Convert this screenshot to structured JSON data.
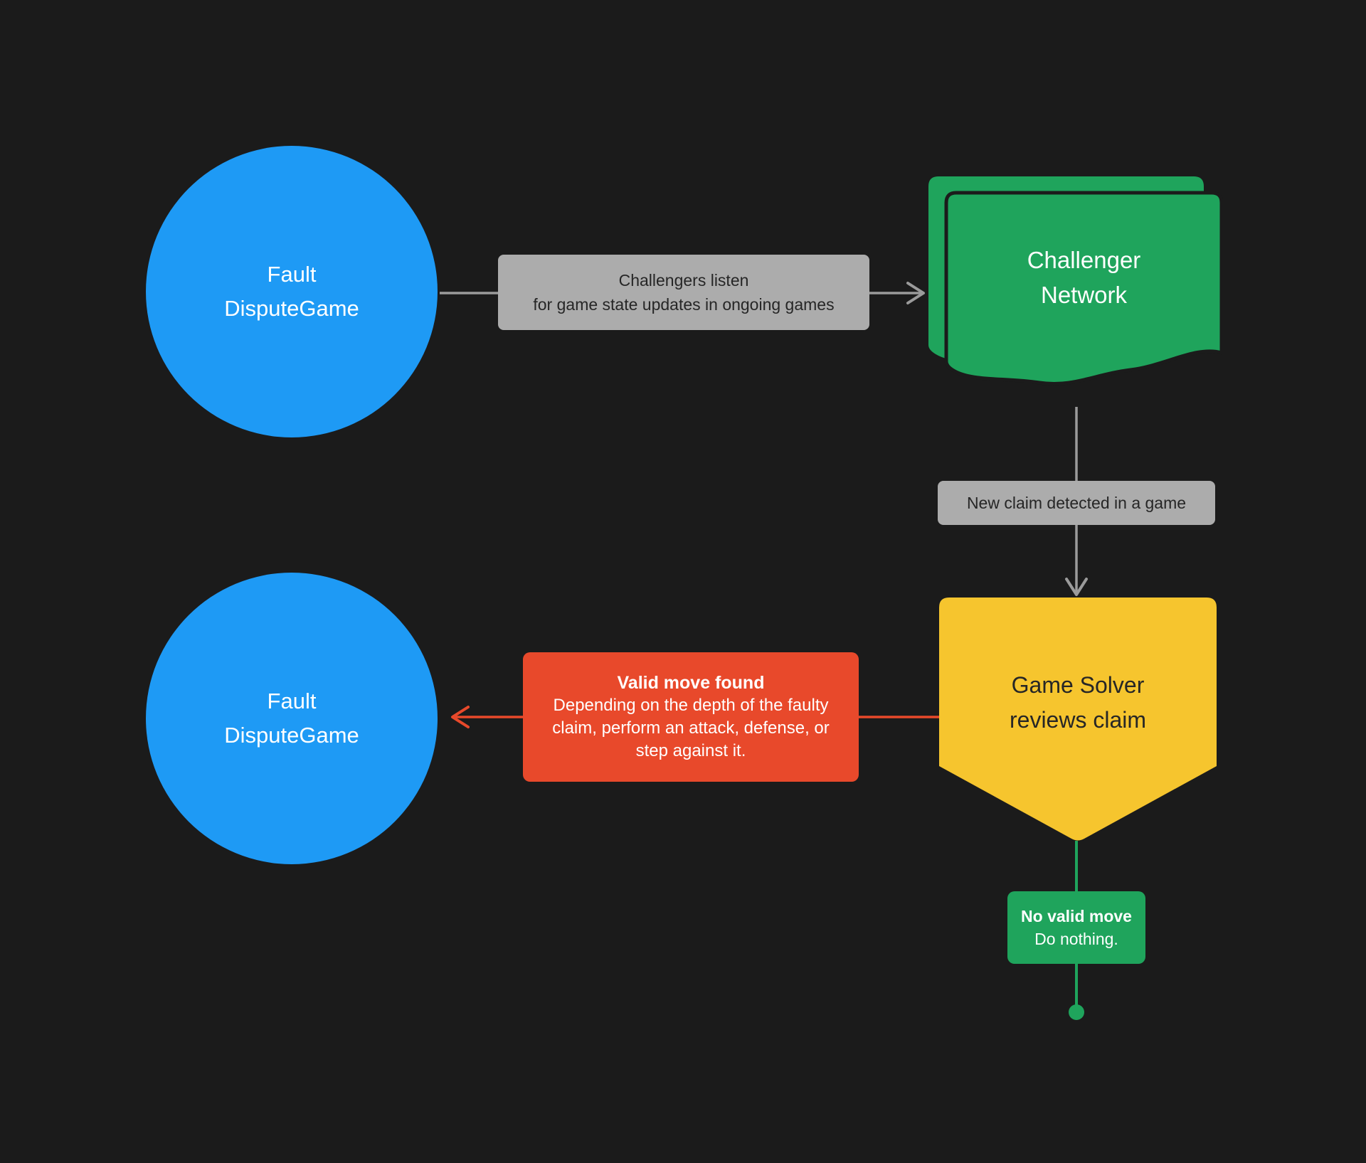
{
  "diagram": {
    "background": "#1b1b1b",
    "colors": {
      "blue": "#1E9AF5",
      "green": "#1FA45C",
      "yellow": "#F6C52E",
      "red": "#E8492B",
      "gray_label_bg": "#ACACAC",
      "arrow_gray": "#9B9B9B",
      "dark_text": "#262626",
      "white_text": "#FFFFFF"
    },
    "nodes": {
      "fault_top": {
        "line1": "Fault",
        "line2": "DisputeGame"
      },
      "challenger_network": {
        "line1": "Challenger",
        "line2": "Network"
      },
      "game_solver": {
        "line1": "Game Solver",
        "line2": "reviews claim"
      },
      "fault_bottom": {
        "line1": "Fault",
        "line2": "DisputeGame"
      }
    },
    "edges": {
      "listen_label": {
        "line1": "Challengers listen",
        "line2": "for game state updates in ongoing games"
      },
      "new_claim_label": "New claim detected in a game",
      "valid_move": {
        "title": "Valid move found",
        "body": "Depending on the depth of the faulty claim, perform an attack, defense, or step against it."
      },
      "no_valid_move": {
        "title": "No valid move",
        "body": "Do nothing."
      }
    }
  }
}
